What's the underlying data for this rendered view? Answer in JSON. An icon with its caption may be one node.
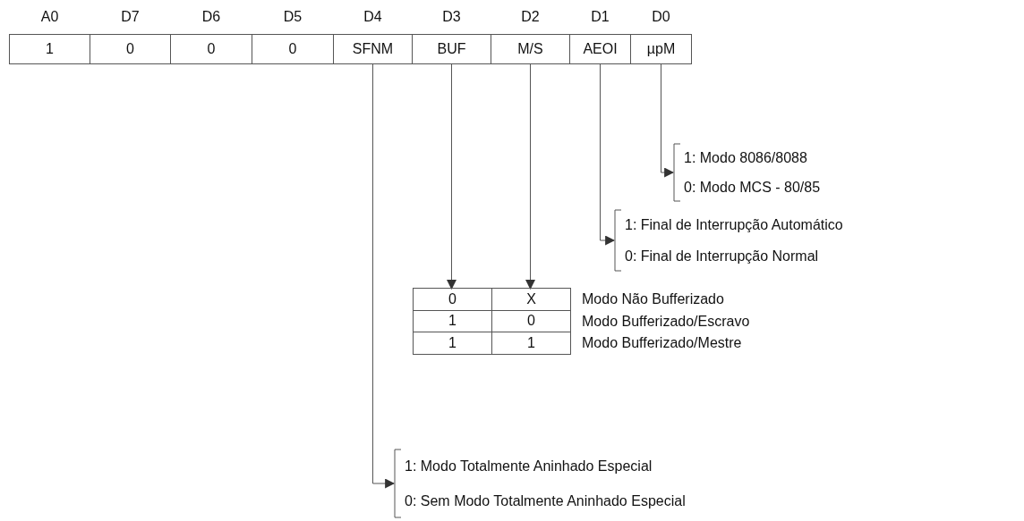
{
  "diagram": {
    "nodes": [
      {
        "text": [
          "1"
        ],
        "beside": [
          "A0"
        ]
      },
      {
        "text": [
          "0"
        ],
        "beside": [
          "D7"
        ]
      },
      {
        "text": [
          "0"
        ],
        "beside": [
          "D6"
        ]
      },
      {
        "text": [
          "0"
        ],
        "beside": [
          "D5"
        ]
      },
      {
        "text": [
          "SFNM"
        ],
        "beside": [
          "D4"
        ]
      },
      {
        "text": [
          "BUF"
        ],
        "beside": [
          "D3"
        ]
      },
      {
        "text": [
          "M/S"
        ],
        "beside": [
          "D2"
        ]
      },
      {
        "text": [
          "AEOI"
        ],
        "beside": [
          "D1"
        ]
      },
      {
        "text": [
          "µpM"
        ],
        "beside": [
          "D0"
        ]
      },
      {
        "text": [
          "1: Modo 8086/8088",
          "0: Modo MCS - 80/85"
        ]
      },
      {
        "text": [
          "1: Final de Interrupção Automático",
          "0: Final de Interrupção Normal"
        ]
      },
      {
        "text": [
          "0",
          "X",
          "1",
          "0",
          "1",
          "1"
        ],
        "beside": [
          "Modo Não Bufferizado",
          "Modo Bufferizado/Escravo",
          "Modo Bufferizado/Mestre"
        ]
      },
      {
        "text": [
          "1: Modo Totalmente Aninhado Especial",
          "0: Sem Modo Totalmente Aninhado Especial"
        ]
      }
    ],
    "edges": [
      {
        "from": 8,
        "to": 9,
        "arrow": "to"
      },
      {
        "from": 7,
        "to": 10,
        "arrow": "to"
      },
      {
        "from": 5,
        "to": 11,
        "arrow": "to"
      },
      {
        "from": 6,
        "to": 11,
        "arrow": "to"
      },
      {
        "from": 4,
        "to": 12,
        "arrow": "to"
      }
    ]
  }
}
